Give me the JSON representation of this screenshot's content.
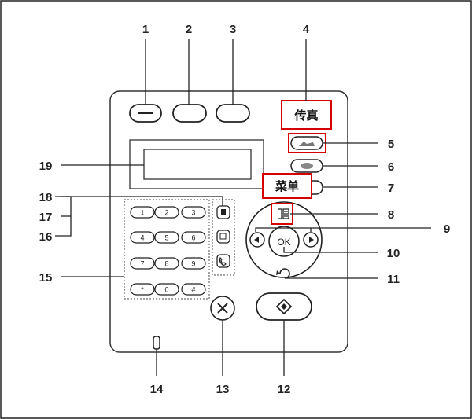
{
  "callouts": {
    "c1": "1",
    "c2": "2",
    "c3": "3",
    "c4": "4",
    "c5": "5",
    "c6": "6",
    "c7": "7",
    "c8": "8",
    "c9": "9",
    "c10": "10",
    "c11": "11",
    "c12": "12",
    "c13": "13",
    "c14": "14",
    "c15": "15",
    "c16": "16",
    "c17": "17",
    "c18": "18",
    "c19": "19"
  },
  "labels": {
    "fax": "传真",
    "menu": "菜单",
    "ok": "OK"
  },
  "keypad": [
    "1",
    "2",
    "3",
    "4",
    "5",
    "6",
    "7",
    "8",
    "9",
    "*",
    "0",
    "#"
  ],
  "colors": {
    "highlight": "#d40000",
    "panel_stroke": "#333333",
    "diagram_stroke": "#222222"
  },
  "icons": {
    "fax_button": "fax-icon",
    "copy_button": "copy-icon",
    "menu_button": "menu-icon",
    "left_arrow": "arrow-left-icon",
    "right_arrow": "arrow-right-icon",
    "back_button": "back-icon",
    "stop_button": "stop-x-icon",
    "start_button": "start-diamond-icon",
    "side_key_top": "address-book-icon",
    "side_key_mid": "redial-icon",
    "side_key_bottom": "on-hook-phone-icon"
  }
}
